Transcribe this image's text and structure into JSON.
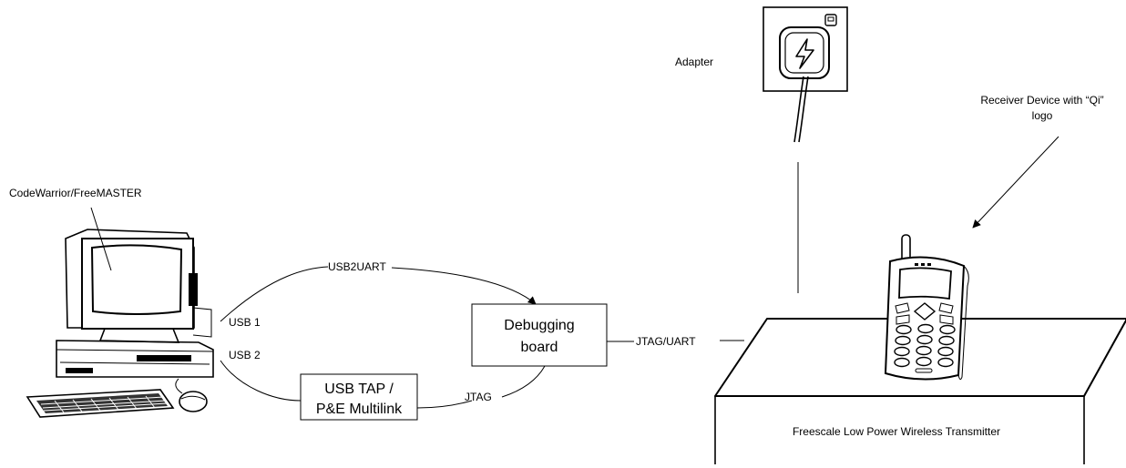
{
  "labels": {
    "codewarrior": "CodeWarrior/FreeMASTER",
    "usb1": "USB 1",
    "usb2": "USB 2",
    "usb2uart": "USB2UART",
    "debug_line1": "Debugging",
    "debug_line2": "board",
    "tap_line1": "USB TAP /",
    "tap_line2": "P&E Multilink",
    "jtag": "JTAG",
    "jtag_uart": "JTAG/UART",
    "adapter": "Adapter",
    "receiver_line1": "Receiver Device with “Qi”",
    "receiver_line2": "logo",
    "transmitter": "Freescale Low Power Wireless Transmitter"
  }
}
